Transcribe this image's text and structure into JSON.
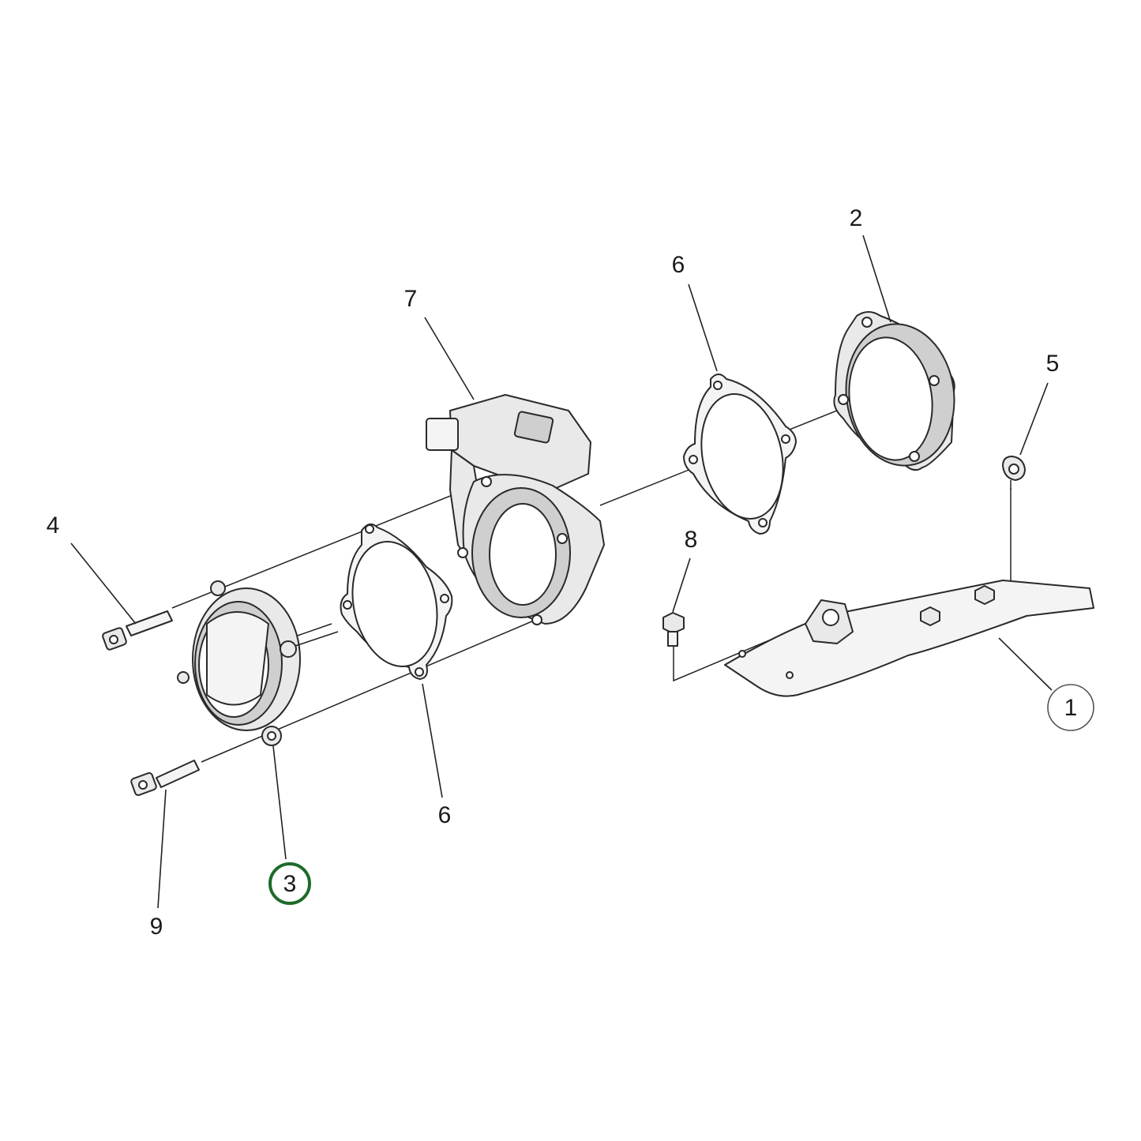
{
  "diagram": {
    "callouts": [
      {
        "id": "c1",
        "label": "1",
        "circled": true
      },
      {
        "id": "c2",
        "label": "2"
      },
      {
        "id": "c3",
        "label": "3",
        "circled": true,
        "highlighted": true
      },
      {
        "id": "c4",
        "label": "4"
      },
      {
        "id": "c5",
        "label": "5"
      },
      {
        "id": "c6a",
        "label": "6"
      },
      {
        "id": "c6b",
        "label": "6"
      },
      {
        "id": "c7",
        "label": "7"
      },
      {
        "id": "c8",
        "label": "8"
      },
      {
        "id": "c9",
        "label": "9"
      }
    ],
    "colors": {
      "line": "#2a2a2a",
      "part_fill": "#e9e9e9",
      "highlight_ring": "#1e6b2a",
      "background": "#ffffff"
    }
  }
}
